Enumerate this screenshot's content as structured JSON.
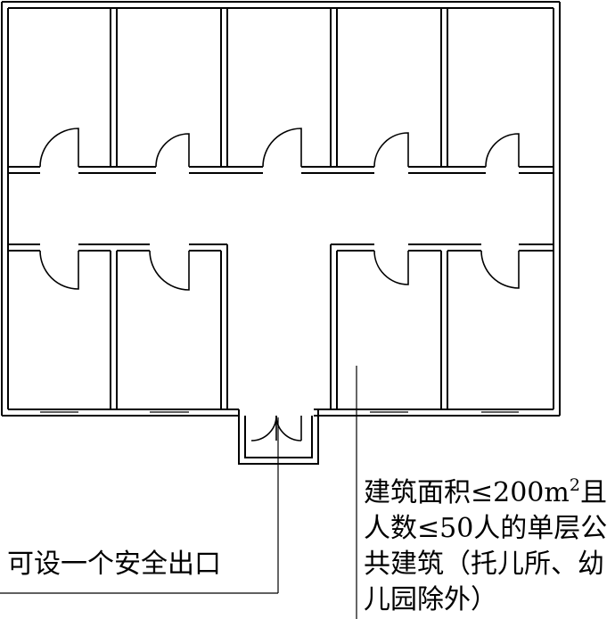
{
  "annotations": {
    "exit_label": "可设一个安全出口",
    "building_desc": {
      "line1_prefix": "建筑面积≤200m",
      "line1_sup": "2",
      "line1_suffix": "且",
      "line2": "人数≤50人的单层公",
      "line3": "共建筑（托儿所、幼",
      "line4": "儿园除外）"
    }
  }
}
